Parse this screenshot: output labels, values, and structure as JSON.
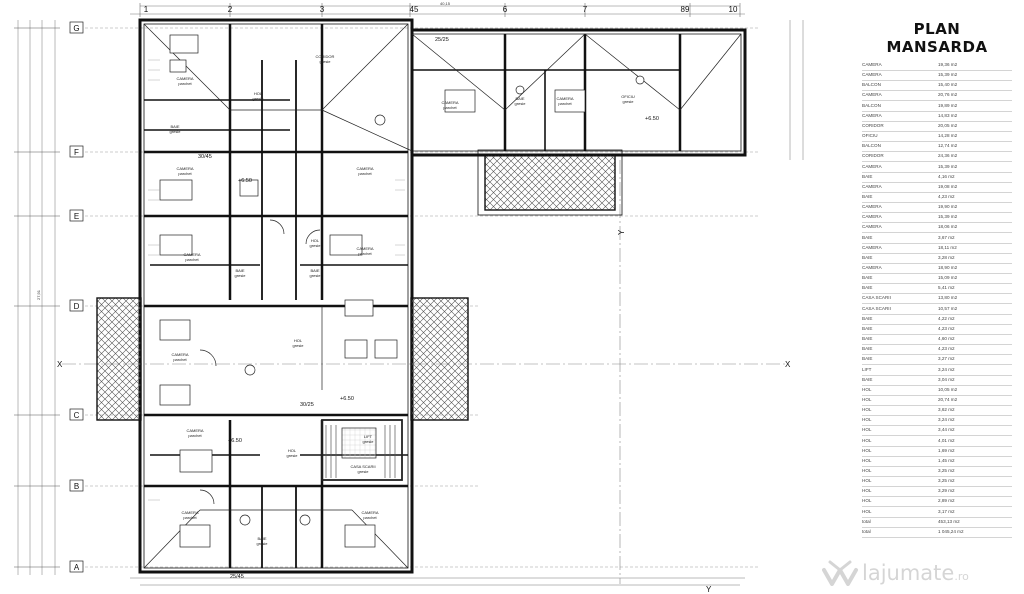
{
  "title_line1": "PLAN",
  "title_line2": "MANSARDA",
  "column_axes": [
    "1",
    "2",
    "3",
    "45",
    "6",
    "7",
    "89",
    "10"
  ],
  "row_axes": [
    "G",
    "F",
    "E",
    "D",
    "C",
    "B",
    "A"
  ],
  "section_markers": [
    "X",
    "X",
    "Y",
    "Y"
  ],
  "elevation_mark": "+6.50",
  "overall_dims": {
    "top": "40,15",
    "left": "27,91"
  },
  "column_tags": [
    "30/45",
    "25/25",
    "30/25",
    "25/45"
  ],
  "rooms": [
    {
      "name": "CAMERA",
      "floor": "parchet"
    },
    {
      "name": "CAMERA",
      "floor": "parchet"
    },
    {
      "name": "CAMERA",
      "floor": "parchet"
    },
    {
      "name": "CAMERA",
      "floor": "parchet"
    },
    {
      "name": "CAMERA",
      "floor": "parchet"
    },
    {
      "name": "CAMERA",
      "floor": "parchet"
    },
    {
      "name": "CAMERA",
      "floor": "parchet"
    },
    {
      "name": "CAMERA",
      "floor": "parchet"
    },
    {
      "name": "CAMERA",
      "floor": "parchet"
    },
    {
      "name": "CAMERA",
      "floor": "parchet"
    },
    {
      "name": "CAMERA",
      "floor": "parchet"
    },
    {
      "name": "BAIE",
      "floor": "gresie"
    },
    {
      "name": "BAIE",
      "floor": "gresie"
    },
    {
      "name": "BAIE",
      "floor": "gresie"
    },
    {
      "name": "BAIE",
      "floor": "gresie"
    },
    {
      "name": "BAIE",
      "floor": "gresie"
    },
    {
      "name": "HOL",
      "floor": "gresie"
    },
    {
      "name": "HOL",
      "floor": "gresie"
    },
    {
      "name": "HOL",
      "floor": "gresie"
    },
    {
      "name": "HOL",
      "floor": "gresie"
    },
    {
      "name": "CORIDOR",
      "floor": "gresie"
    },
    {
      "name": "OFICIU",
      "floor": "gresie"
    },
    {
      "name": "LIFT",
      "floor": "gresie"
    },
    {
      "name": "CASA SCARII",
      "floor": "gresie"
    }
  ],
  "legend": [
    {
      "name": "CAMERA",
      "area": "19,36 m2"
    },
    {
      "name": "CAMERA",
      "area": "15,39 m2"
    },
    {
      "name": "BALCON",
      "area": "15,40 m2"
    },
    {
      "name": "CAMERA",
      "area": "20,76 m2"
    },
    {
      "name": "BALCON",
      "area": "19,89 m2"
    },
    {
      "name": "CAMERA",
      "area": "14,83 m2"
    },
    {
      "name": "CORIDOR",
      "area": "20,05 m2"
    },
    {
      "name": "OFICIU",
      "area": "14,28 m2"
    },
    {
      "name": "BALCON",
      "area": "12,74 m2"
    },
    {
      "name": "CORIDOR",
      "area": "24,36 m2"
    },
    {
      "name": "CAMERA",
      "area": "15,39 m2"
    },
    {
      "name": "BAIE",
      "area": "4,16 m2"
    },
    {
      "name": "CAMERA",
      "area": "19,08 m2"
    },
    {
      "name": "BAIE",
      "area": "4,23 m2"
    },
    {
      "name": "CAMERA",
      "area": "19,90 m2"
    },
    {
      "name": "CAMERA",
      "area": "15,39 m2"
    },
    {
      "name": "CAMERA",
      "area": "18,06 m2"
    },
    {
      "name": "BAIE",
      "area": "3,67 m2"
    },
    {
      "name": "CAMERA",
      "area": "18,11 m2"
    },
    {
      "name": "BAIE",
      "area": "3,28 m2"
    },
    {
      "name": "CAMERA",
      "area": "18,90 m2"
    },
    {
      "name": "BAIE",
      "area": "15,09 m2"
    },
    {
      "name": "BAIE",
      "area": "5,41 m2"
    },
    {
      "name": "CASA SCARII",
      "area": "13,80 m2"
    },
    {
      "name": "CASA SCARII",
      "area": "10,57 m2"
    },
    {
      "name": "BAIE",
      "area": "4,22 m2"
    },
    {
      "name": "BAIE",
      "area": "4,23 m2"
    },
    {
      "name": "BAIE",
      "area": "4,60 m2"
    },
    {
      "name": "BAIE",
      "area": "4,23 m2"
    },
    {
      "name": "BAIE",
      "area": "3,27 m2"
    },
    {
      "name": "LIFT",
      "area": "3,24 m2"
    },
    {
      "name": "BAIE",
      "area": "3,04 m2"
    },
    {
      "name": "HOL",
      "area": "10,05 m2"
    },
    {
      "name": "HOL",
      "area": "20,74 m2"
    },
    {
      "name": "HOL",
      "area": "3,62 m2"
    },
    {
      "name": "HOL",
      "area": "3,24 m2"
    },
    {
      "name": "HOL",
      "area": "3,44 m2"
    },
    {
      "name": "HOL",
      "area": "4,01 m2"
    },
    {
      "name": "HOL",
      "area": "1,69 m2"
    },
    {
      "name": "HOL",
      "area": "1,45 m2"
    },
    {
      "name": "HOL",
      "area": "3,25 m2"
    },
    {
      "name": "HOL",
      "area": "3,25 m2"
    },
    {
      "name": "HOL",
      "area": "3,29 m2"
    },
    {
      "name": "HOL",
      "area": "2,89 m2"
    },
    {
      "name": "HOL",
      "area": "3,17 m2"
    },
    {
      "name": "total",
      "area": "453,13 m2"
    },
    {
      "name": "total",
      "area": "1 045,24 m2"
    }
  ],
  "watermark": {
    "brand": "lajumate",
    "tld": ".ro"
  }
}
